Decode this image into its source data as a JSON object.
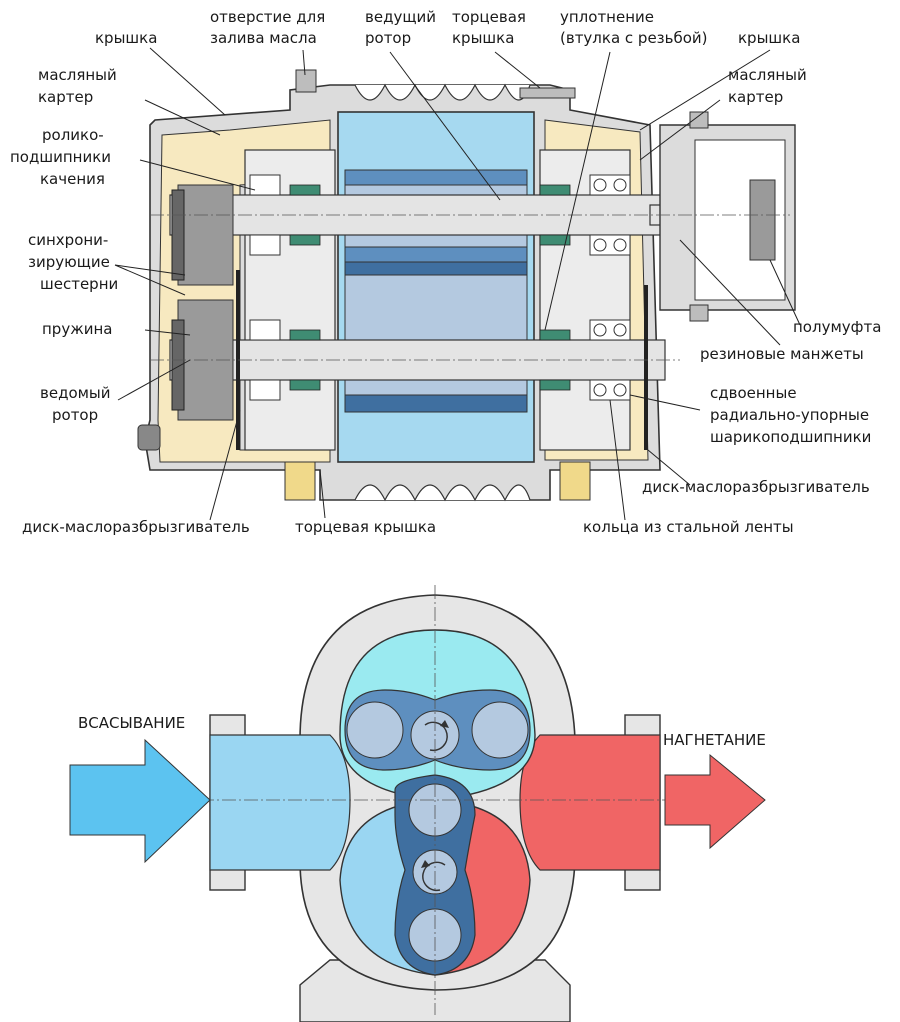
{
  "labels": {
    "oil_fill_hole": [
      "отверстие для",
      "залива масла"
    ],
    "drive_rotor": [
      "ведущий",
      "ротор"
    ],
    "end_cover_top": [
      "торцевая",
      "крышка"
    ],
    "seal": [
      "уплотнение",
      "(втулка с резьбой)"
    ],
    "cover_left": "крышка",
    "cover_right": "крышка",
    "oil_sump_left": [
      "масляный",
      "картер"
    ],
    "oil_sump_right": [
      "масляный",
      "картер"
    ],
    "roller_bearings": [
      "ролико-",
      "подшипники",
      "качения"
    ],
    "sync_gears": [
      "синхрони-",
      "зирующие",
      "шестерни"
    ],
    "spring": "пружина",
    "driven_rotor": [
      "ведомый",
      "ротор"
    ],
    "half_coupling": "полумуфта",
    "rubber_cuffs": "резиновые манжеты",
    "double_bearings": [
      "сдвоенные",
      "радиально-упорные",
      "шарикоподшипники"
    ],
    "oil_disc_right": "диск-маслоразбрызгиватель",
    "oil_disc_left": "диск-маслоразбрызгиватель",
    "end_cover_bottom": "торцевая крышка",
    "steel_rings": "кольца из стальной ленты",
    "suction": "ВСАСЫВАНИЕ",
    "discharge": "НАГНЕТАНИЕ"
  },
  "colors": {
    "oil": "#f7e9c0",
    "oil_dark": "#f0d98a",
    "housing": "#dcdcdc",
    "housing_dark": "#bdbdbd",
    "rotor_light": "#a6d9f0",
    "rotor_mid": "#5e8fbf",
    "rotor_dark": "#3f6fa0",
    "rotor_pale": "#b4c9e0",
    "shaft": "#e4e4e4",
    "gear": "#9a9a9a",
    "suction_fill": "#9ad6f2",
    "suction_arrow": "#5cc3f0",
    "discharge_fill": "#f06565",
    "discharge_arrow": "#f06565",
    "top_cavity": "#9aeaf0",
    "seal_green": "#3f8c73"
  }
}
